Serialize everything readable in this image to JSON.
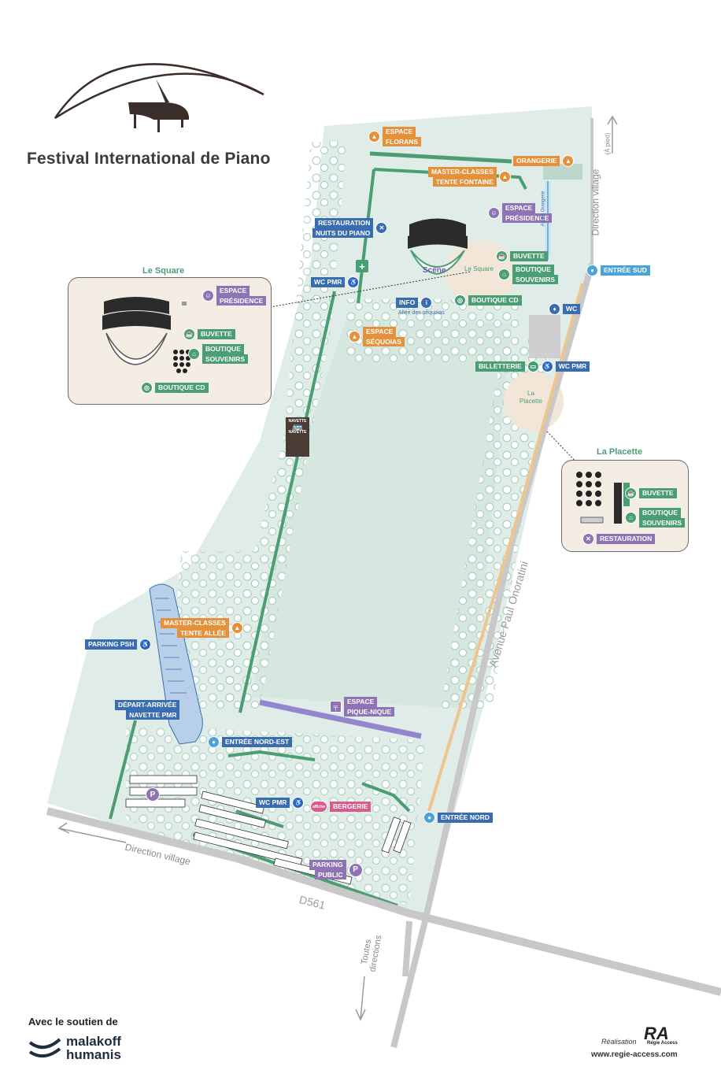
{
  "header": {
    "title": "Festival International de Piano"
  },
  "labels": {
    "espace_florans": [
      "ESPACE",
      "FLORANS"
    ],
    "orangerie": "ORANGERIE",
    "master_fontaine": [
      "MASTER-CLASSES",
      "TENTE FONTAINE"
    ],
    "restauration_nuits": [
      "RESTAURATION",
      "NUITS DU PIANO"
    ],
    "espace_presidence": [
      "ESPACE",
      "PRÉSIDENCE"
    ],
    "buvette": "BUVETTE",
    "boutique_souvenirs": [
      "BOUTIQUE",
      "SOUVENIRS"
    ],
    "boutique_cd": "BOUTIQUE CD",
    "wc_pmr": "WC PMR",
    "info": "INFO",
    "allee_sequoias": "Allée des séquoias",
    "espace_sequoias": [
      "ESPACE",
      "SÉQUOIAS"
    ],
    "entree_sud": "ENTRÉE SUD",
    "wc": "WC",
    "billetterie": "BILLETTERIE",
    "scene": "Scène",
    "le_square_small": "Le Square",
    "la_placette_small": [
      "La",
      "Placette"
    ],
    "acces_orangerie": "Accès Orangerie",
    "navette_sign": [
      "NAVETTE",
      "NAVETTE"
    ],
    "master_allee": [
      "MASTER-CLASSES",
      "TENTE ALLÉE"
    ],
    "parking_psh": "PARKING PSH",
    "depart_navette": [
      "DÉPART-ARRIVÉE",
      "NAVETTE PMR"
    ],
    "entree_nord_est": "ENTRÉE NORD-EST",
    "espace_pique_nique": [
      "ESPACE",
      "PIQUE-NIQUE"
    ],
    "bergerie": "BERGERIE",
    "bergerie_badge": "affiche",
    "entree_nord": "ENTRÉE NORD",
    "parking_public": [
      "PARKING",
      "PUBLIC"
    ],
    "parking_p": "P",
    "restauration": "RESTAURATION"
  },
  "insets": {
    "square_title": "Le Square",
    "placette_title": "La Placette"
  },
  "roads": {
    "direction_village_top": "Direction village",
    "a_pied": "(À pied)",
    "avenue": "Avenue Paul Onoratini",
    "direction_village_bottom": "Direction village",
    "d561": "D561",
    "toutes_directions": [
      "Toutes",
      "directions"
    ]
  },
  "footer": {
    "support": "Avec le soutien de",
    "brand_line1": "malakoff",
    "brand_line2": "humanis",
    "realisation": "Réalisation",
    "ra_logo": "RA",
    "ra_sub": "Régie Access",
    "url": "www.regie-access.com"
  },
  "colors": {
    "park": "#dfece7",
    "path": "#4b9e73",
    "road": "#c8c8c8",
    "green": "#4b9e73",
    "orange": "#e5903a",
    "purple": "#8e74b5",
    "blue": "#3a6db0",
    "light_blue": "#4aa3d8",
    "pink": "#d95a8d",
    "stage": "#2b2b2b"
  }
}
